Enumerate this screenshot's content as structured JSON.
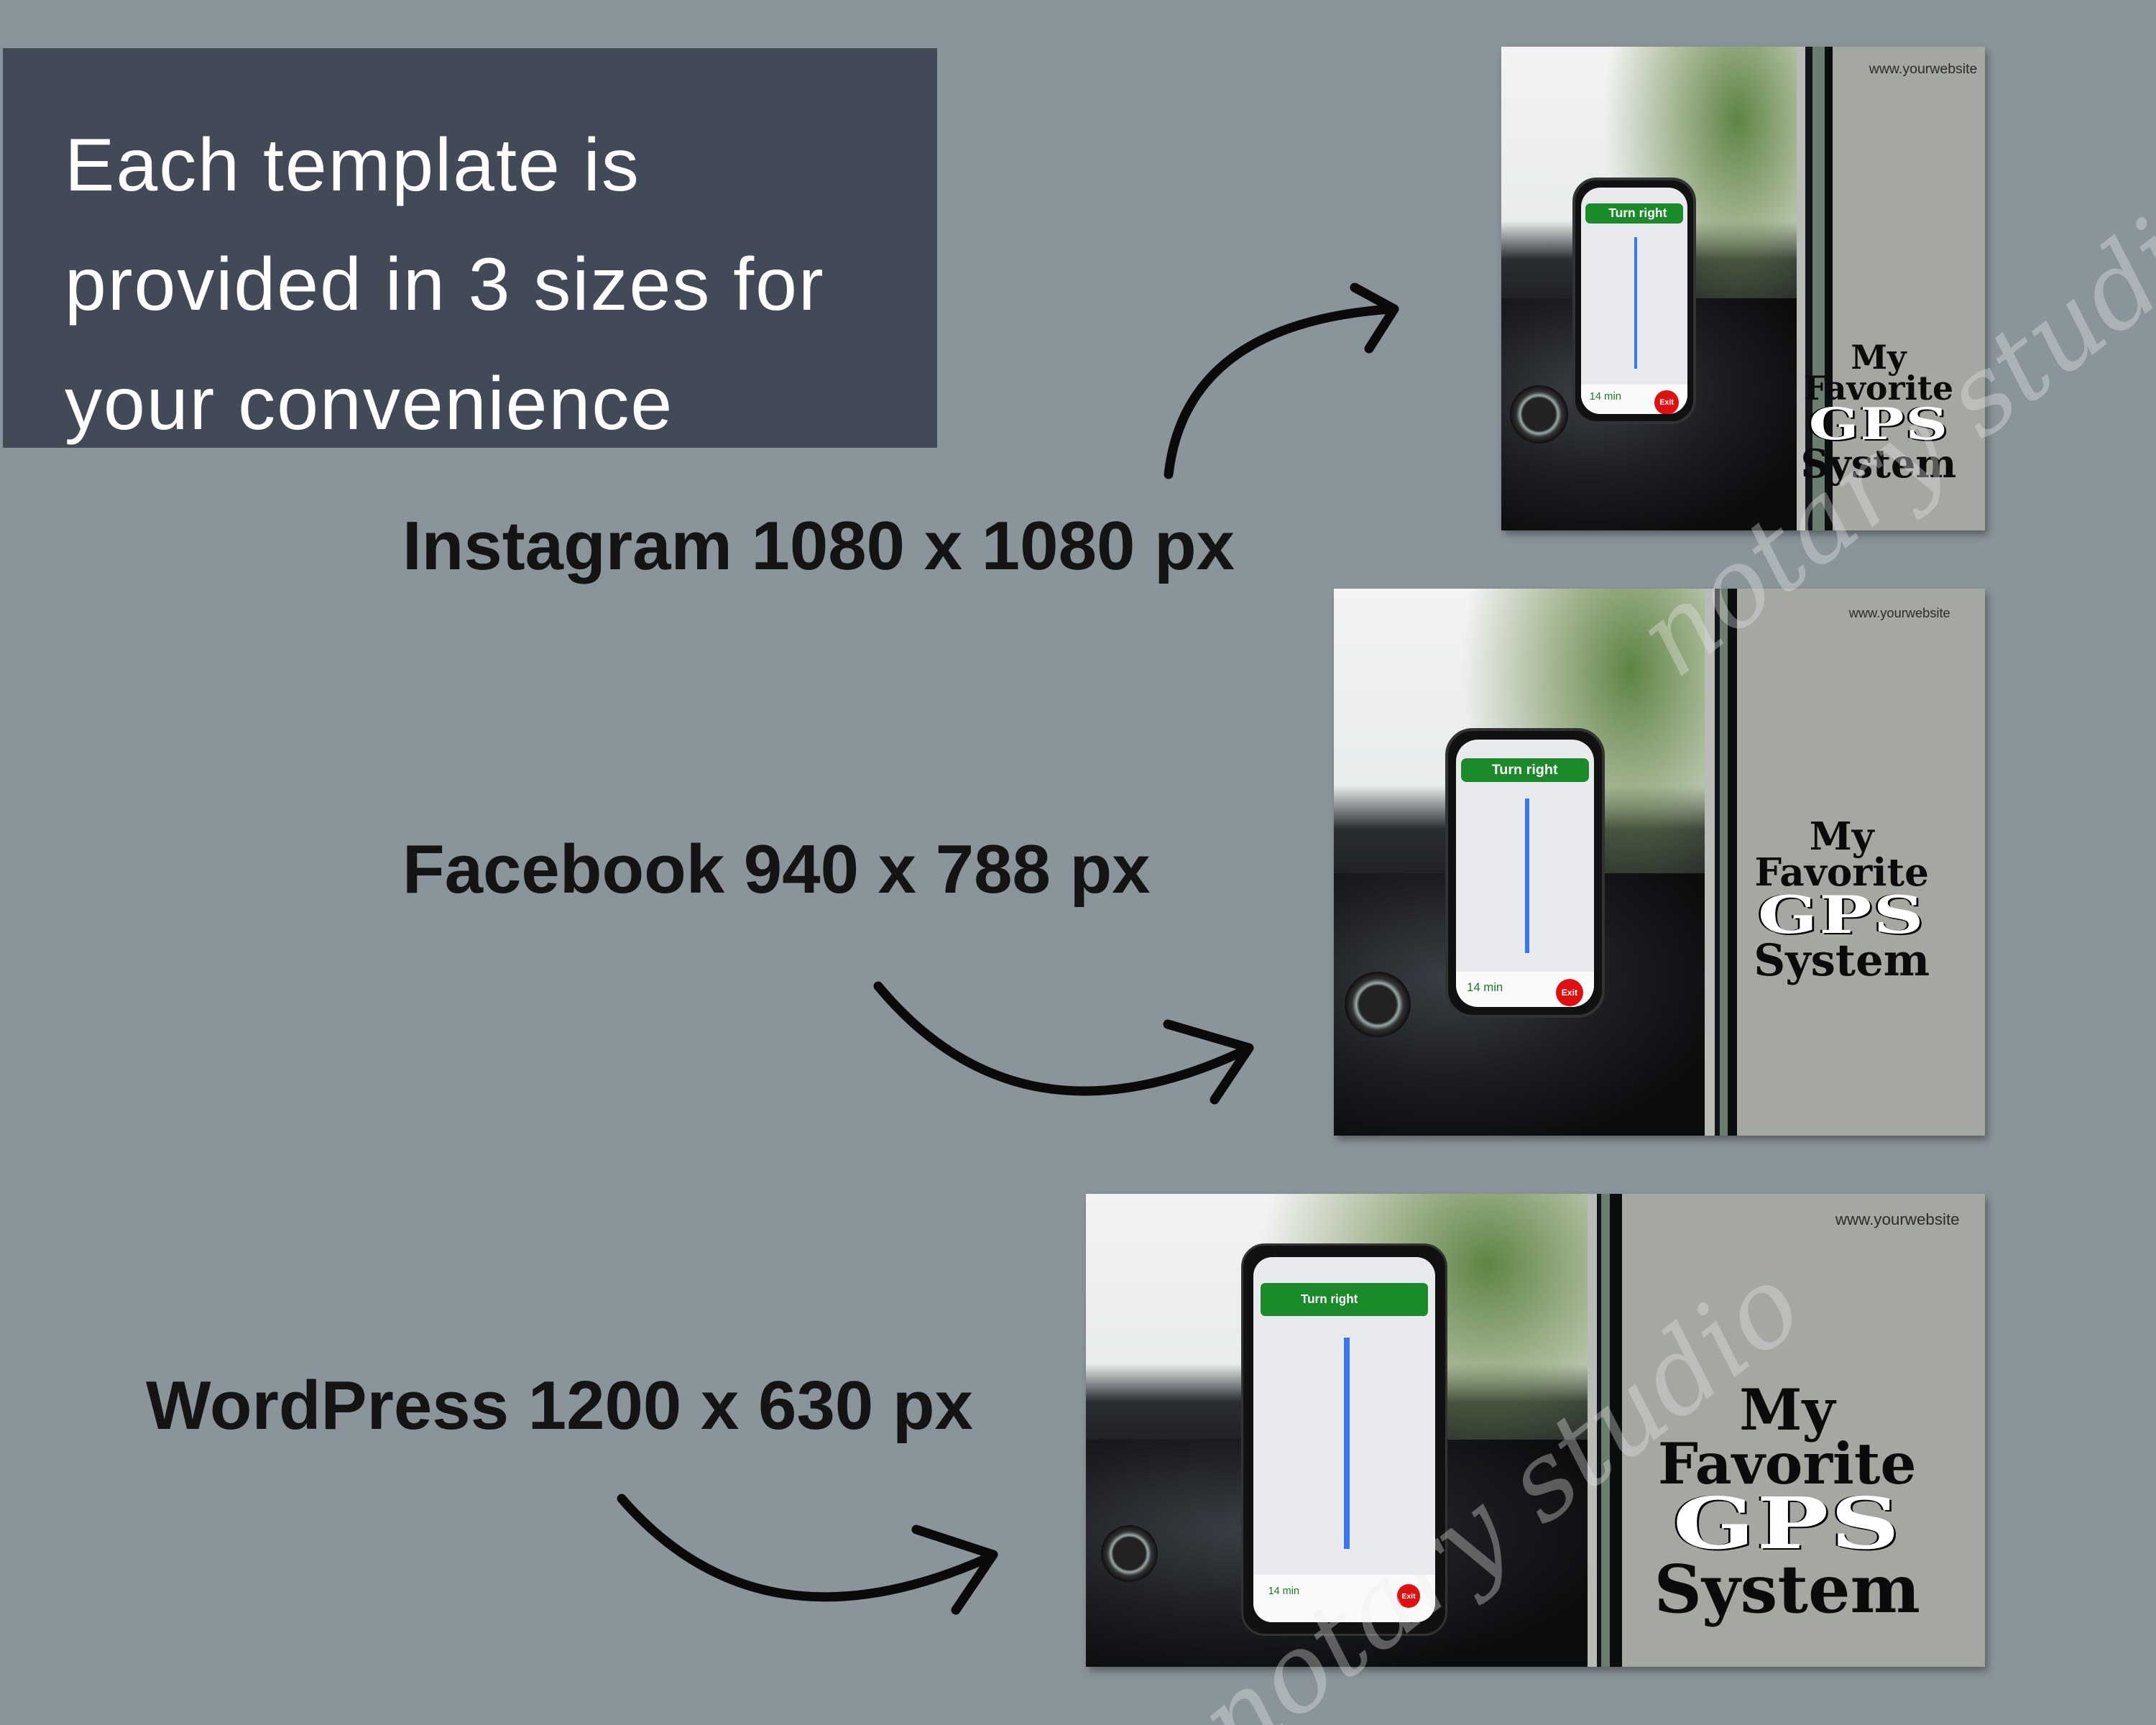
{
  "intro": {
    "lines": [
      "Each template is",
      "provided in 3 sizes for",
      "your convenience"
    ]
  },
  "labels": {
    "instagram": "Instagram 1080 x 1080 px",
    "facebook": "Facebook 940 x 788 px",
    "wordpress": "WordPress 1200 x 630 px"
  },
  "template": {
    "website": "www.yourwebsite",
    "title_line1": "My",
    "title_line2": "Favorite",
    "title_line3": "GPS",
    "title_line4": "System",
    "phone": {
      "instruction": "Turn right",
      "eta": "14 min",
      "exit": "Exit"
    }
  },
  "watermark": "notary studio",
  "colors": {
    "background": "#8a959b",
    "intro_box": "#424957",
    "panel": "#a5a7a1",
    "stripe_green": "#6b7d6e",
    "nav_green": "#1a8a2a"
  }
}
